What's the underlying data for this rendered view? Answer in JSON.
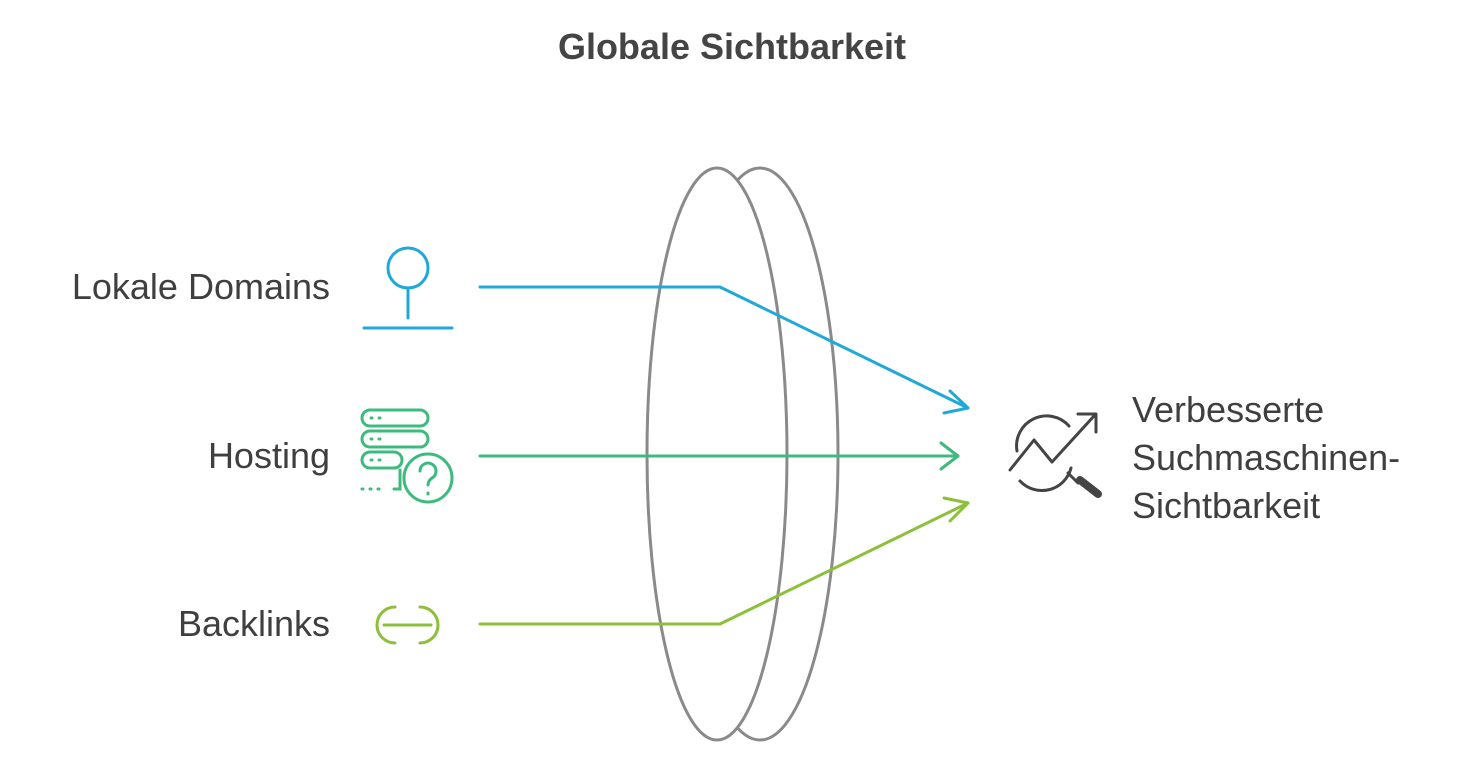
{
  "title": "Globale Sichtbarkeit",
  "inputs": [
    {
      "label": "Lokale Domains",
      "icon": "location-pin-icon",
      "color": "#1fa8d8"
    },
    {
      "label": "Hosting",
      "icon": "server-question-icon",
      "color": "#3dbb7e"
    },
    {
      "label": "Backlinks",
      "icon": "link-icon",
      "color": "#8cbf3a"
    }
  ],
  "output": {
    "lines": [
      "Verbesserte",
      "Suchmaschinen-",
      "Sichtbarkeit"
    ],
    "icon": "seo-trend-search-icon",
    "color": "#444444"
  },
  "lens": {
    "icon": "lens-icon",
    "color": "#8a8a8a"
  }
}
